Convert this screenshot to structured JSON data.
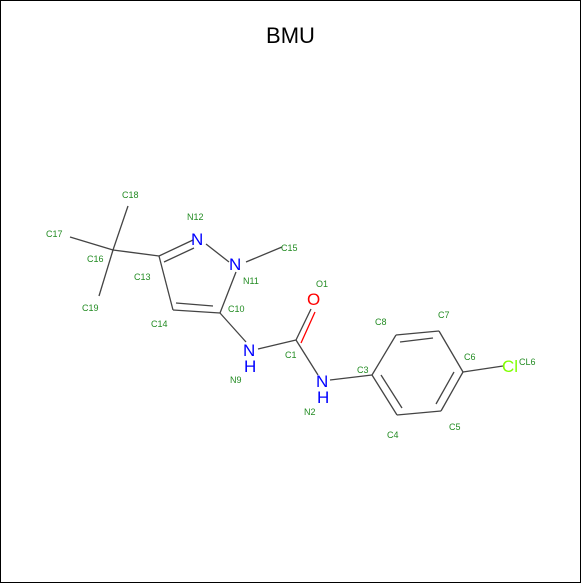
{
  "title": "BMU",
  "colors": {
    "bond": "#444444",
    "carbon_label": "#228b22",
    "nitrogen": "#0000ff",
    "oxygen": "#ff0000",
    "chlorine": "#7fff00"
  },
  "atoms": [
    {
      "id": "O1",
      "label": "O1",
      "element": "O"
    },
    {
      "id": "C1",
      "label": "C1",
      "element": "C"
    },
    {
      "id": "N2",
      "label": "N2",
      "element": "N"
    },
    {
      "id": "C3",
      "label": "C3",
      "element": "C"
    },
    {
      "id": "C4",
      "label": "C4",
      "element": "C"
    },
    {
      "id": "C5",
      "label": "C5",
      "element": "C"
    },
    {
      "id": "C6",
      "label": "C6",
      "element": "C"
    },
    {
      "id": "CL6",
      "label": "CL6",
      "element": "Cl"
    },
    {
      "id": "C7",
      "label": "C7",
      "element": "C"
    },
    {
      "id": "C8",
      "label": "C8",
      "element": "C"
    },
    {
      "id": "N9",
      "label": "N9",
      "element": "N"
    },
    {
      "id": "C10",
      "label": "C10",
      "element": "C"
    },
    {
      "id": "N11",
      "label": "N11",
      "element": "N"
    },
    {
      "id": "N12",
      "label": "N12",
      "element": "N"
    },
    {
      "id": "C13",
      "label": "C13",
      "element": "C"
    },
    {
      "id": "C14",
      "label": "C14",
      "element": "C"
    },
    {
      "id": "C15",
      "label": "C15",
      "element": "C"
    },
    {
      "id": "C16",
      "label": "C16",
      "element": "C"
    },
    {
      "id": "C17",
      "label": "C17",
      "element": "C"
    },
    {
      "id": "C18",
      "label": "C18",
      "element": "C"
    },
    {
      "id": "C19",
      "label": "C19",
      "element": "C"
    }
  ],
  "element_symbols": {
    "O1": "O",
    "N2": "N",
    "N2_H": "H",
    "N9": "N",
    "N9_H": "H",
    "N11": "N",
    "N12": "N",
    "CL6": "Cl"
  },
  "bonds": [
    {
      "from": "C1",
      "to": "O1",
      "order": 2
    },
    {
      "from": "C1",
      "to": "N2",
      "order": 1
    },
    {
      "from": "C1",
      "to": "N9",
      "order": 1
    },
    {
      "from": "N2",
      "to": "C3",
      "order": 1
    },
    {
      "from": "C3",
      "to": "C4",
      "order": 2
    },
    {
      "from": "C4",
      "to": "C5",
      "order": 1
    },
    {
      "from": "C5",
      "to": "C6",
      "order": 2
    },
    {
      "from": "C6",
      "to": "C7",
      "order": 1
    },
    {
      "from": "C7",
      "to": "C8",
      "order": 2
    },
    {
      "from": "C8",
      "to": "C3",
      "order": 1
    },
    {
      "from": "C6",
      "to": "CL6",
      "order": 1
    },
    {
      "from": "N9",
      "to": "C10",
      "order": 1
    },
    {
      "from": "C10",
      "to": "N11",
      "order": 1
    },
    {
      "from": "C10",
      "to": "C14",
      "order": 2
    },
    {
      "from": "N11",
      "to": "N12",
      "order": 1
    },
    {
      "from": "N11",
      "to": "C15",
      "order": 1
    },
    {
      "from": "N12",
      "to": "C13",
      "order": 2
    },
    {
      "from": "C13",
      "to": "C14",
      "order": 1
    },
    {
      "from": "C13",
      "to": "C16",
      "order": 1
    },
    {
      "from": "C16",
      "to": "C17",
      "order": 1
    },
    {
      "from": "C16",
      "to": "C18",
      "order": 1
    },
    {
      "from": "C16",
      "to": "C19",
      "order": 1
    }
  ]
}
